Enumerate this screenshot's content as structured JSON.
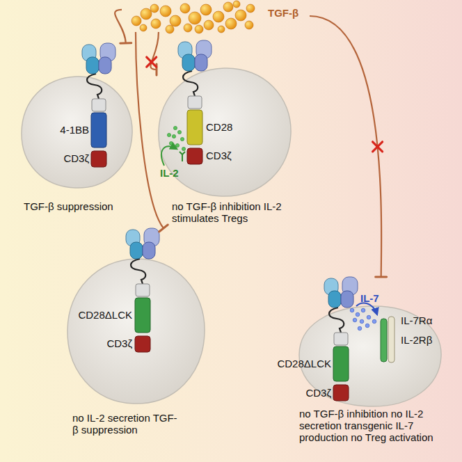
{
  "diagram": {
    "nodes": [
      {
        "text": [
          "TGF-β"
        ]
      },
      {
        "text": [
          "4-1BB",
          "CD3ζ",
          "TGF-β suppression"
        ]
      },
      {
        "text": [
          "IL-2",
          "CD28",
          "CD3ζ",
          "no TGF-β inhibition IL-2 stimulates Tregs"
        ]
      },
      {
        "text": [
          "CD28ΔLCK",
          "CD3ζ",
          "no IL-2 secretion TGF-β suppression"
        ]
      },
      {
        "text": [
          "IL-7",
          "IL-7Rα",
          "IL-2Rβ",
          "CD28ΔLCK",
          "CD3ζ",
          "no TGF-β inhibition no IL-2 secretion transgenic IL-7 production no Treg activation"
        ]
      }
    ],
    "edges": [
      {
        "from": 0,
        "to": 1,
        "arrow": "to"
      },
      {
        "from": 0,
        "to": 2,
        "arrow": "to"
      },
      {
        "from": 0,
        "to": 3,
        "arrow": "to"
      },
      {
        "from": 0,
        "to": 4,
        "arrow": "to"
      }
    ]
  }
}
